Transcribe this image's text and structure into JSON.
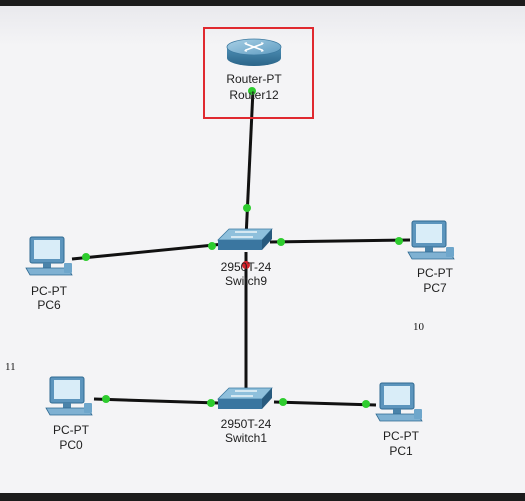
{
  "devices": {
    "router12": {
      "model": "Router-PT",
      "name": "Router12",
      "icon": "router-icon"
    },
    "switch9": {
      "model": "2950T-24",
      "name": "Switch9",
      "icon": "switch-icon"
    },
    "switch1": {
      "model": "2950T-24",
      "name": "Switch1",
      "icon": "switch-icon"
    },
    "pc6": {
      "model": "PC-PT",
      "name": "PC6",
      "icon": "pc-icon"
    },
    "pc7": {
      "model": "PC-PT",
      "name": "PC7",
      "icon": "pc-icon"
    },
    "pc0": {
      "model": "PC-PT",
      "name": "PC0",
      "icon": "pc-icon"
    },
    "pc1": {
      "model": "PC-PT",
      "name": "PC1",
      "icon": "pc-icon"
    }
  },
  "notes": {
    "note_10": "10",
    "note_11": "11"
  },
  "colors": {
    "link": "#111111",
    "link_up": "#2ecc2e",
    "link_down": "#d8232a",
    "highlight": "#e0292f",
    "canvas": "#f4f4f6"
  }
}
